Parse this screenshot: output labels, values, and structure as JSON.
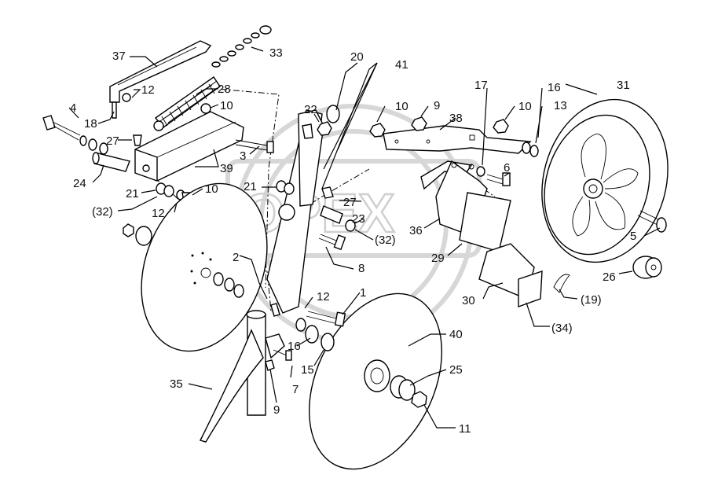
{
  "watermark": "OPEX",
  "labels": {
    "l1": "1",
    "l2": "2",
    "l3": "3",
    "l4": "4",
    "l5": "5",
    "l6": "6",
    "l7": "7",
    "l8": "8",
    "l9a": "9",
    "l9b": "9",
    "l10a": "10",
    "l10b": "10",
    "l10c": "10",
    "l10d": "10",
    "l11": "11",
    "l12a": "12",
    "l12b": "12",
    "l12c": "12",
    "l13": "13",
    "l15": "15",
    "l16a": "16",
    "l16b": "16",
    "l17": "17",
    "l18": "18",
    "l19": "(19)",
    "l20": "20",
    "l21a": "21",
    "l21b": "21",
    "l22": "22",
    "l23": "23",
    "l24": "24",
    "l25": "25",
    "l26": "26",
    "l27a": "27",
    "l27b": "27",
    "l28": "28",
    "l29": "29",
    "l30": "30",
    "l31": "31",
    "l32a": "(32)",
    "l32b": "(32)",
    "l33": "33",
    "l34": "(34)",
    "l35": "35",
    "l36": "36",
    "l37": "37",
    "l38": "38",
    "l39": "39",
    "l40": "40",
    "l41": "41"
  }
}
